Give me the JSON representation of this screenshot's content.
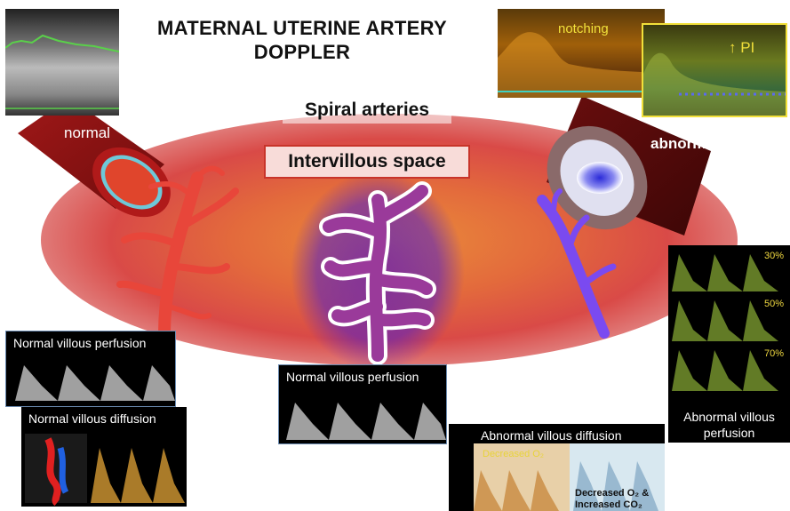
{
  "title": {
    "line1": "MATERNAL UTERINE ARTERY",
    "line2": "DOPPLER"
  },
  "labels": {
    "spiral_arteries": "Spiral arteries",
    "intervillous_space": "Intervillous space",
    "normal_vessel": "normal",
    "abnormal_vessel": "abnormal",
    "notching": "notching",
    "pi": "↑ PI"
  },
  "panels": {
    "normal_perfusion_left": "Normal villous perfusion",
    "normal_diffusion_left": "Normal villous diffusion",
    "normal_perfusion_center": "Normal villous perfusion",
    "abnormal_diffusion": "Abnormal villous diffusion",
    "decreased_o2": "Decreased O₂",
    "decreased_o2_co2_line1": "Decreased O₂ &",
    "decreased_o2_co2_line2": "Increased CO₂",
    "abnormal_perfusion_line1": "Abnormal villous",
    "abnormal_perfusion_line2": "perfusion"
  },
  "percentages": [
    "30%",
    "50%",
    "70%"
  ],
  "colors": {
    "placenta": "#d94a47",
    "placenta_center": "#e8802f",
    "vessel": "#8b1414",
    "normal_villi": "#e8463a",
    "abnormal_villi": "#7a4af0",
    "center_villi": "#9a3a9a",
    "doppler_yellow": "#f1e03a"
  }
}
